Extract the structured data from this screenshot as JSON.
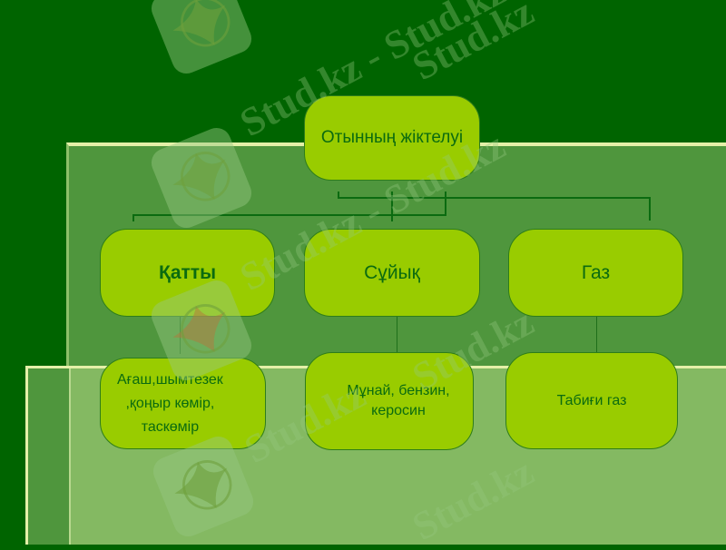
{
  "diagram": {
    "root": {
      "label": "Отынның жіктелуі"
    },
    "categories": [
      {
        "label": "Қатты",
        "bold": true,
        "child": "Ағаш,шымтезек\n,қоңыр көмір,\nтаскөмір"
      },
      {
        "label": "Сұйық",
        "bold": false,
        "child": "Мұнай, бензин,\nкеросин"
      },
      {
        "label": "Газ",
        "bold": false,
        "child": "Табиғи газ"
      }
    ]
  },
  "watermark": {
    "text": "Stud.kz",
    "text_long": "Stud.kz - Stud.kz"
  },
  "colors": {
    "background": "#006400",
    "panel": "#4f963d",
    "panel_light": "#84b962",
    "node_fill": "#99cc00",
    "node_text": "#0b6b10"
  }
}
